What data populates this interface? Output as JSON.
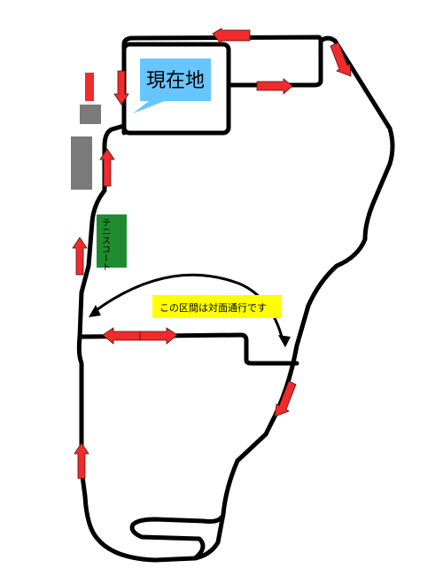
{
  "map": {
    "current_location_label": "現在地",
    "tennis_court_label": "テニスコート",
    "two_way_note": "この区間は対面通行です"
  },
  "colors": {
    "road": "#000000",
    "arrow": "#ef2b2b",
    "callout": "#66c6ff",
    "tennis_court": "#1e8c2e",
    "note_background": "#ffff00",
    "building": "#7a7a7a"
  }
}
